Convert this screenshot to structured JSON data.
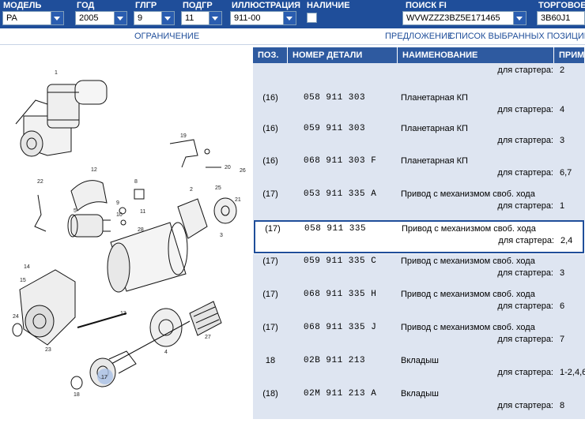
{
  "toolbar": {
    "model": {
      "label": "МОДЕЛЬ",
      "value": "PA"
    },
    "year": {
      "label": "ГОД",
      "value": "2005"
    },
    "glgr": {
      "label": "ГЛГР",
      "value": "9"
    },
    "podgr": {
      "label": "ПОДГР",
      "value": "11"
    },
    "illustration": {
      "label": "ИЛЛЮСТРАЦИЯ",
      "value": "911-00"
    },
    "availability": {
      "label": "НАЛИЧИЕ"
    },
    "search_fi": {
      "label": "ПОИСК FI",
      "value": "WVWZZZ3BZ5E171465"
    },
    "torgovoe": {
      "label": "ТОРГОВОЕ",
      "value": "3B60J1"
    }
  },
  "subbar": {
    "restriction": "ОГРАНИЧЕНИЕ",
    "offer": "ПРЕДЛОЖЕНИЕ",
    "selected_list": "СПИСОК ВЫБРАННЫХ ПОЗИЦИЙ"
  },
  "table": {
    "headers": {
      "pos": "ПОЗ.",
      "part": "НОМЕР ДЕТАЛИ",
      "name": "НАИМЕНОВАНИЕ",
      "qty": "ПРИМ"
    },
    "rows": [
      {
        "pos": "",
        "part": "",
        "name": "",
        "app": "для стартера:",
        "qty": "2"
      },
      {
        "pos": "(16)",
        "part": "058 911 303",
        "name": "Планетарная КП",
        "app": "для стартера:",
        "qty": "4"
      },
      {
        "pos": "(16)",
        "part": "059 911 303",
        "name": "Планетарная КП",
        "app": "для стартера:",
        "qty": "3"
      },
      {
        "pos": "(16)",
        "part": "068 911 303 F",
        "name": "Планетарная КП",
        "app": "для стартера:",
        "qty": "6,7"
      },
      {
        "pos": "(17)",
        "part": "053 911 335 A",
        "name": "Привод с механизмом своб. хода",
        "app": "для стартера:",
        "qty": "1"
      },
      {
        "pos": "(17)",
        "part": "058 911 335",
        "name": "Привод с механизмом своб. хода",
        "app": "для стартера:",
        "qty": "2,4"
      },
      {
        "pos": "(17)",
        "part": "059 911 335 C",
        "name": "Привод с механизмом своб. хода",
        "app": "для стартера:",
        "qty": "3"
      },
      {
        "pos": "(17)",
        "part": "068 911 335 H",
        "name": "Привод с механизмом своб. хода",
        "app": "для стартера:",
        "qty": "6"
      },
      {
        "pos": "(17)",
        "part": "068 911 335 J",
        "name": "Привод с механизмом своб. хода",
        "app": "для стартера:",
        "qty": "7"
      },
      {
        "pos": "18",
        "part": "02B 911 213",
        "name": "Вкладыш",
        "app": "для стартера:",
        "qty": "1-2,4,6"
      },
      {
        "pos": "(18)",
        "part": "02M 911 213 A",
        "name": "Вкладыш",
        "app": "для стартера:",
        "qty": "8"
      }
    ]
  },
  "diagram": {
    "callouts": [
      "1",
      "19",
      "20",
      "12",
      "8",
      "22",
      "2",
      "26",
      "25",
      "5",
      "9",
      "10",
      "11",
      "21",
      "28",
      "3",
      "14",
      "15",
      "23",
      "24",
      "13",
      "27",
      "4",
      "18",
      "17"
    ]
  }
}
